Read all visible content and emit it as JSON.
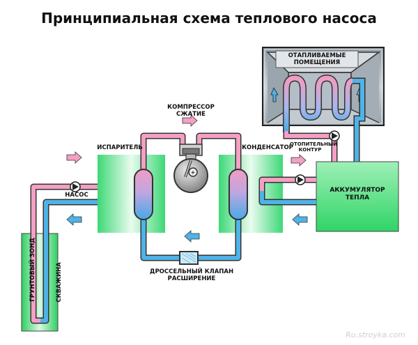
{
  "title": "Принципиальная схема теплового насоса",
  "labels": {
    "heated_rooms_line1": "ОТАПЛИВАЕМЫЕ",
    "heated_rooms_line2": "ПОМЕЩЕНИЯ",
    "compressor_line1": "КОМПРЕССОР",
    "compressor_line2": "СЖАТИЕ",
    "evaporator": "ИСПАРИТЕЛЬ",
    "condenser": "КОНДЕНСАТОР",
    "heating_circuit_line1": "ОТОПИТЕЛЬНЫЙ",
    "heating_circuit_line2": "КОНТУР",
    "pump": "НАСОС",
    "accumulator_line1": "АККУМУЛЯТОР",
    "accumulator_line2": "ТЕПЛА",
    "throttle_line1": "ДРОССЕЛЬНЫЙ  КЛАПАН",
    "throttle_line2": "РАСШИРЕНИЕ",
    "ground_probe": "ГРУНТОВЫЙ ЗОНД",
    "well": "СКВАЖИНА"
  },
  "watermark": "Ru.stroyka.com",
  "colors": {
    "hot_pipe": "#f3a0c4",
    "cold_pipe": "#4fb3e8",
    "exchanger_green": "#5fe08a",
    "room_gray": "#a9b3bb",
    "accumulator_green": "#3fdc6f"
  }
}
